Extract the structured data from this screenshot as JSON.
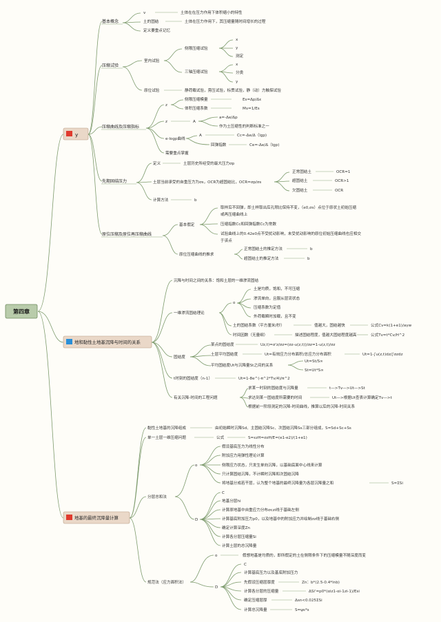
{
  "colors": {
    "background": "#fefdf8",
    "line": "#7c9a6c",
    "flag_red": "#e03b2e",
    "flag_blue": "#2a8fd8",
    "box": "#ead8c8"
  },
  "root": "第四章",
  "branch1": {
    "title": "y",
    "jibengainian": {
      "label": "基本概念",
      "items": [
        {
          "k": "v",
          "v": "土体在在压力作用下体积缩小的特性"
        },
        {
          "k": "土的固结",
          "v": "土体在压力作用下，其压缩量随时间增长的过程"
        },
        {
          "k": "定义要重点记忆",
          "v": ""
        }
      ]
    },
    "yasuoshiyan": {
      "label": "压缩试验",
      "shinei": "室内试验",
      "cexian": "侧限压缩试验",
      "cexian_items": [
        "x",
        "y",
        "测定"
      ],
      "sanzhou": "三轴压缩试验",
      "sanzhou_items": [
        "x",
        "分类",
        "y"
      ],
      "yuanwei": "原位试验",
      "yuanwei_text": "静荷载试验，旁压试验，标贯试验，静（动）力触探试验"
    },
    "quxian": {
      "label": "压缩曲线及压缩指标",
      "z1": "z",
      "z1_items": [
        {
          "k": "侧限压缩模量",
          "v": "Es=Δp/Δε"
        },
        {
          "k": "体积压缩系数",
          "v": "Mv=1/Es"
        }
      ],
      "z2": "z",
      "a": "A",
      "a_items": [
        "a=-Δe/Δp",
        "作为土压缩性的判断标准之一"
      ],
      "elog": "e-logp曲线",
      "elog_a": "A",
      "elog_items": [
        {
          "k": "",
          "v": "Cc=-Δe/Δ（lgp)"
        },
        {
          "k": "回弹指数",
          "v": "Ce=-Δe/Δ（lgp)"
        }
      ],
      "note": "需要重点掌握"
    },
    "xianqi": {
      "label": "先期固结压力",
      "dingyi": "定义",
      "dingyi_text": "土层历史所经受的最大压力σp",
      "ocr_text": "土层当前承受的自重压力为σs，OCR为超固结比，OCR=σp/σs",
      "types": [
        {
          "k": "正常固结土",
          "v": "OCR=1"
        },
        {
          "k": "超固结土",
          "v": "OCR>1"
        },
        {
          "k": "欠固结土",
          "v": "OCR"
        }
      ],
      "jisuan": "计算方法",
      "jisuan_v": "b"
    },
    "yuanwei_quxian": {
      "label": "原位压缩及原位再压缩曲线",
      "jiben": "基本假定",
      "jiben_items": [
        "取样后不回弹，即土样取出后孔隙比保持不变，（e0,σs）点位于原状土初始压缩",
        "或再压缩曲线上",
        "压缩指数Cc和回弹指数Cc为常数",
        "试验曲线上的0.42e0点不受扰动影响，未受扰动影响的原位初始压缩曲线也应相交",
        "于该点"
      ],
      "tuiqiu": "原位压缩曲线的推求",
      "tuiqiu_items": [
        {
          "k": "正常固结土的推定方法",
          "v": "b"
        },
        {
          "k": "超固结土的推定方法",
          "v": "b"
        }
      ]
    }
  },
  "branch2": {
    "title": "地和黏性土地基沉降与时间的关系",
    "guanxi": "沉降与时间之间的关系：饱和土层的一维渗流固结",
    "lilun": "一维渗流固结理论",
    "o": "o",
    "assumptions": [
      "土是均质，饱和，不可压缩",
      "渗流单向，且服从层流状态",
      "压缩系数为定值",
      "外荷载瞬时加载，且不变"
    ],
    "coef1": {
      "k": "土的固结系数（平方厘米/秒）",
      "v": "值越大，固结越快",
      "f": "公式Cv=k(1+e1)/aγw"
    },
    "coef2": {
      "k": "时间因数（无量纲）",
      "v": "描述固结程度，值越大固结程度越高",
      "f": "公式Tv=t*Cv/H^2"
    },
    "guduji": "固结度",
    "guduji_items": [
      {
        "k": "某点的固结度",
        "v": "Uz,t)=σ'z/σz=(σz-u(z,t))/σz=1-u(z,t)/σz"
      },
      {
        "k": "土层平均固结度",
        "v": "Ut=有效应力分布面积/总应力分布面积",
        "f": "Ut=1-∫u(z,t)dz/∫σzdz"
      },
      {
        "k": "平均固结度Ut与沉降量St之间的关系",
        "a": "Ut=St/S∞",
        "b": "St=Ut*S∞"
      }
    ],
    "tshike": "t时刻的固结度（n-1）",
    "tshike_v": "Ut=1-8e^(-π^2*Tv/4)/π^2",
    "gongcheng": "有关沉降-时间的工程问题",
    "gongcheng_items": [
      {
        "k": "求某一时刻的固结度与沉降量",
        "v": "t—>Tv—>Ut—>St"
      },
      {
        "k": "求达到某一固结度所需要的时间",
        "v": "Ut—>根据Ut查表计算确定Tv—>t"
      },
      {
        "k": "根据前一阶段测定的沉降-时间曲线，推算以后的沉降-时间关系",
        "v": ""
      }
    ]
  },
  "branch3": {
    "title": "地基的最终沉降量计算",
    "zucheng": {
      "k": "黏性土地基的沉降组成",
      "v": "由初始瞬时沉降Sd、主固结沉降Sc、次固结沉降Ss三部分组成，S=Sd+Sc+Ss"
    },
    "yiwei": {
      "k": "单一土层一维压缩问题",
      "v": "公式",
      "f": "S=εzH=σzH/E=(e1-e2)/(1+e1)"
    },
    "fencengfa": "分层总和法",
    "fc_o": "o",
    "fc_o_items": [
      "假设基底压力为线性分布",
      "附加应力用弹性理论计算",
      "侧限应力状态，只发生单向沉降，以基础底面中心线来计算",
      "只计算固结沉降，不计瞬时沉降和次固结沉降"
    ],
    "fc_sum": {
      "k": "将地基分成若干层，认为整个地基的最终沉降量为各层沉降量之和",
      "v": "S=ΣSi"
    },
    "fc_d": "D",
    "fc_d_items": [
      "C",
      "地基分层hi",
      "计算原地基中自重应力分布σczi线于基础左侧",
      "计算基底附加压力p0，以及地基中的附加应力并绘制σz线于基础右侧",
      "确定计算深度Zn",
      "计算各分层压缩量Si",
      "计算土层的总沉降量"
    ],
    "guifan": "规范法（应力面积法）",
    "gf_o": "o",
    "gf_o_text": "假想地基是均质的，即所假定的土在侧限条件下的压缩模量不随深度而变",
    "gf_d": "D",
    "gf_d_items": [
      {
        "k": "C",
        "v": ""
      },
      {
        "k": "计算基底压力以及基底附加压力",
        "v": ""
      },
      {
        "k": "先假设压缩层厚度",
        "v": "Zn：b*(2.5-0.4*lnb)"
      },
      {
        "k": "计算各分层的压缩量",
        "v": "ΔSi'=p0*(αiz1-αi-1zi-1)/Esi"
      },
      {
        "k": "确定压缩层厚",
        "v": "Δsn<0.025ΣSi"
      },
      {
        "k": "计算总沉降量",
        "v": "S=ψs*s"
      }
    ]
  }
}
